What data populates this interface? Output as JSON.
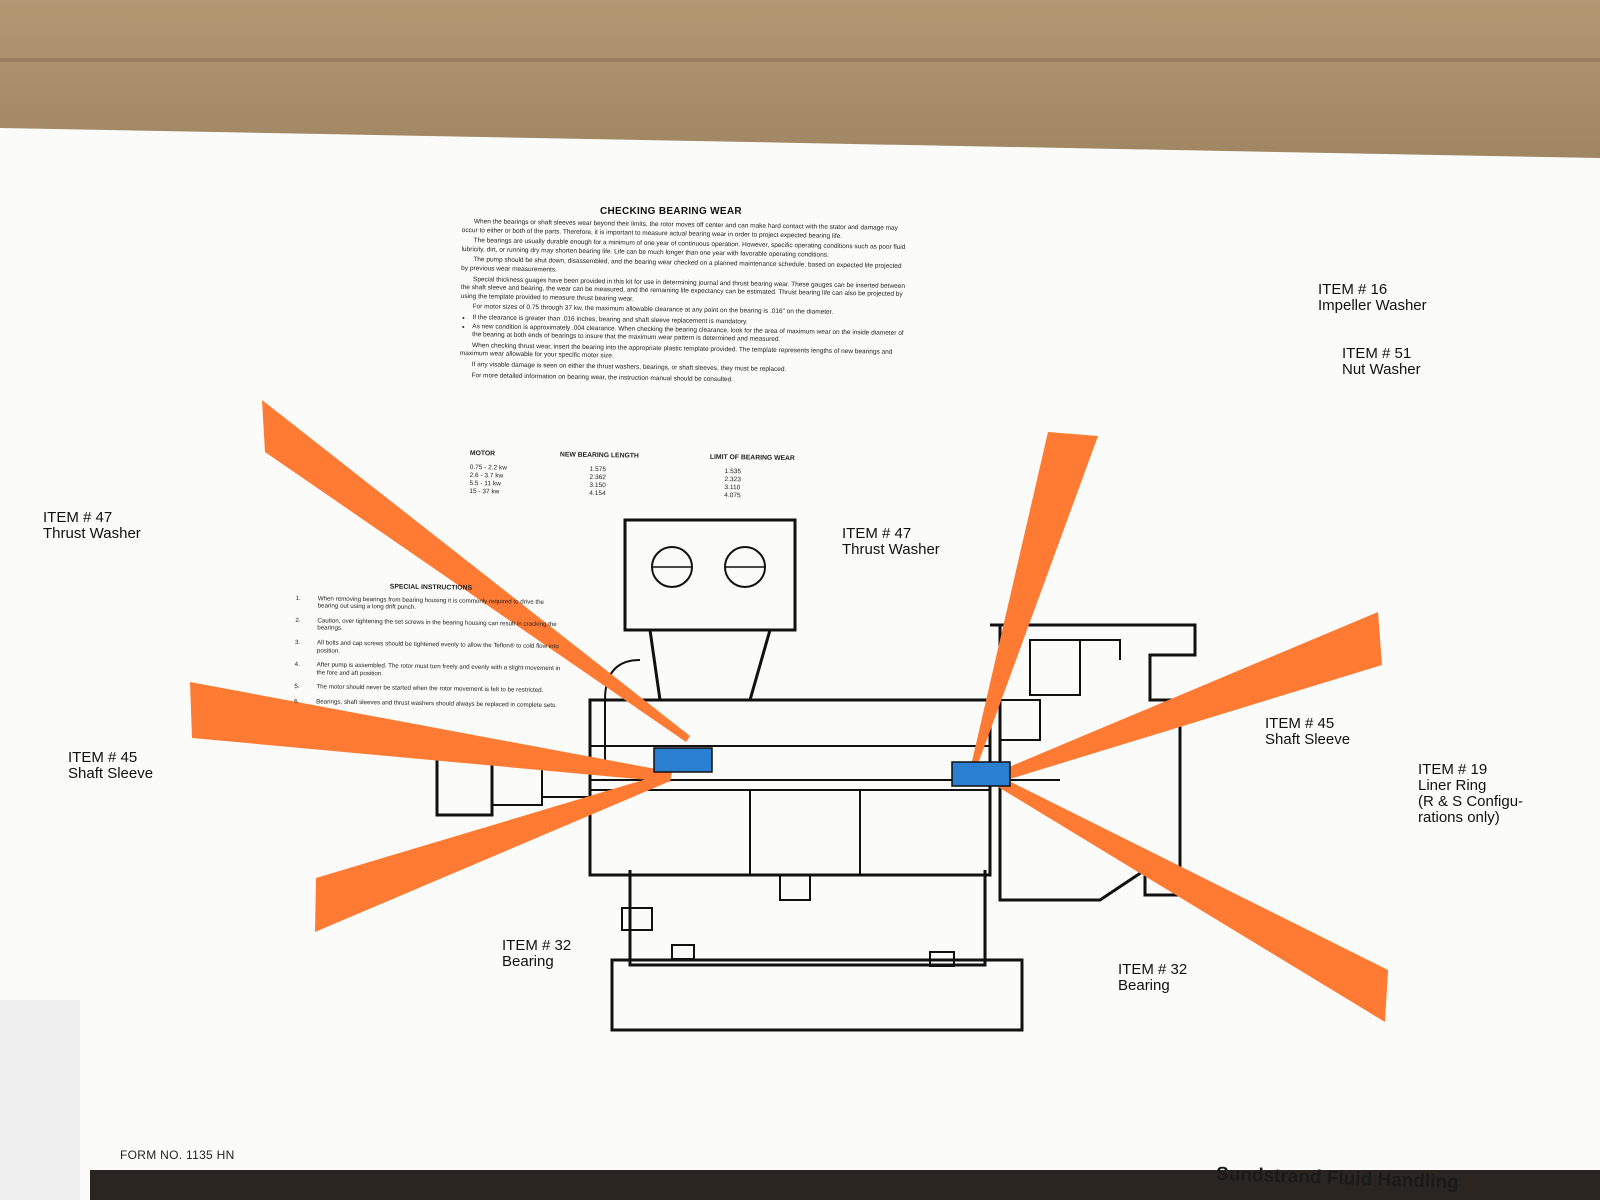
{
  "document": {
    "title": "CHECKING BEARING WEAR",
    "paragraphs": [
      "When the bearings or shaft sleeves wear beyond their limits, the rotor moves off center and can make hard contact with the stator and damage may occur to either or both of the parts. Therefore, it is important to measure actual bearing wear in order to project expected bearing life.",
      "The bearings are usually durable enough for a minimum of one year of continuous operation. However, specific operating conditions such as poor fluid lubricity, dirt, or running dry may shorten bearing life. Life can be much longer than one year with favorable operating conditions.",
      "The pump should be shut down, disassembled, and the bearing wear checked on a planned maintenance schedule, based on expected life projected by previous wear measurements.",
      "Special thickness guages have been provided in this kit for use in determining journal and thrust bearing wear. These gauges can be inserted between the shaft sleeve and bearing, the wear can be measured, and the remaining life expectancy can be estimated. Thrust bearing life can also be projected by using the template provided to measure thrust bearing wear.",
      "For motor sizes of 0.75 through 37 kw, the maximum allowable clearance at any point on the bearing is .016\" on the diameter."
    ],
    "bullets": [
      "If the clearance is greater than .016 inches, bearing and shaft sleeve replacement is mandatory.",
      "As new condition is approximately .004 clearance. When checking the bearing clearance, look for the area of maximum wear on the inside diameter of the bearing at both ends of bearings to insure that the maximum wear pattern is determined and measured."
    ],
    "paragraphs_after": [
      "When checking thrust wear, insert the bearing into the appropriate plastic template provided. The template represents lengths of new bearings and maximum wear allowable for your specific motor size.",
      "If any visable damage is seen on either the thrust washers, bearings, or shaft sleeves, they must be replaced.",
      "For more detailed information on bearing wear, the instruction manual should be consulted."
    ],
    "table": {
      "headers": [
        "MOTOR",
        "NEW BEARING LENGTH",
        "LIMIT OF BEARING WEAR"
      ],
      "rows": [
        [
          "0.75 - 2.2 kw",
          "1.575",
          "1.535"
        ],
        [
          "2.6 - 3.7 kw",
          "2.362",
          "2.323"
        ],
        [
          "5.5 - 11 kw",
          "3.150",
          "3.110"
        ],
        [
          "15 - 37 kw",
          "4.154",
          "4.075"
        ]
      ]
    },
    "special": {
      "title": "SPECIAL INSTRUCTIONS",
      "items": [
        {
          "n": "1.",
          "text": "When removing bearings from bearing housing it is commonly required to drive the bearing out using a long drift punch."
        },
        {
          "n": "2.",
          "text": "Caution, over tightening the set screws in the bearing housing can result in cracking the bearings."
        },
        {
          "n": "3.",
          "text": "All bolts and cap screws should be tightened evenly to allow the Teflon® to cold flow into position."
        },
        {
          "n": "4.",
          "text": "After pump is assembled. The rotor must turn freely and evenly with a slight movement in the fore and aft position."
        },
        {
          "n": "5.",
          "text": "The motor should never be started when the rotor movement is felt to be restricted."
        },
        {
          "n": "6.",
          "text": "Bearings, shaft sleeves and thrust washers should always be replaced in complete sets."
        }
      ]
    }
  },
  "labels": {
    "item16": "ITEM # 16",
    "item16_name": "Impeller Washer",
    "item51": "ITEM # 51",
    "item51_name": "Nut Washer",
    "item47_left": "ITEM # 47",
    "item47_left_name": "Thrust Washer",
    "item47_center": "ITEM # 47",
    "item47_center_name": "Thrust Washer",
    "item45_left": "ITEM # 45",
    "item45_left_name": "Shaft Sleeve",
    "item45_right": "ITEM # 45",
    "item45_right_name": "Shaft Sleeve",
    "item19": "ITEM # 19",
    "item19_name_1": "Liner Ring",
    "item19_name_2": "(R & S Configu-",
    "item19_name_3": "rations only)",
    "item32_left": "ITEM # 32",
    "item32_left_name": "Bearing",
    "item32_right": "ITEM # 32",
    "item32_right_name": "Bearing"
  },
  "footer": {
    "form_no": "FORM NO. 1135 HN",
    "brand": "Sundstrand Fluid Handling"
  },
  "colors": {
    "pointer": "#ff7a33",
    "bearing": "#2a7fd0",
    "paper": "#fbfbfa",
    "cardboard": "#a88d69"
  }
}
